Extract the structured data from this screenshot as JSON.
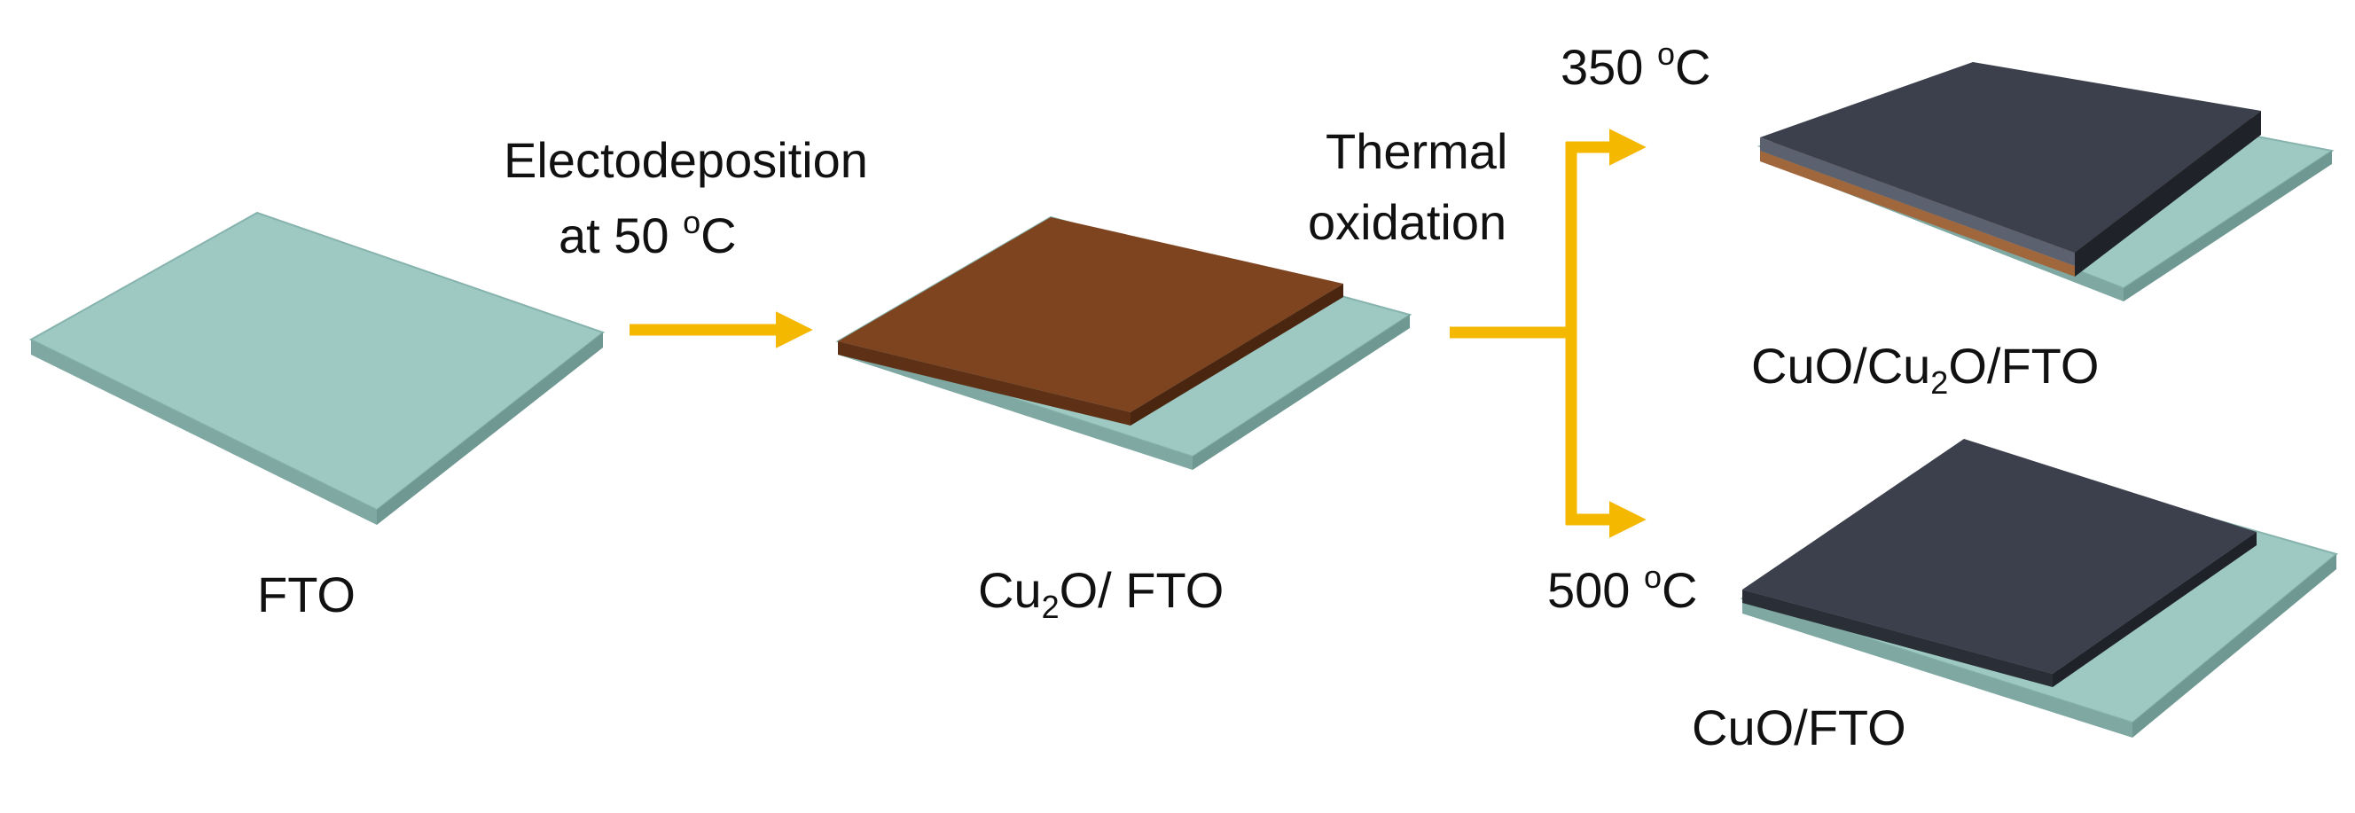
{
  "steps": {
    "fto_label": "FTO",
    "electro_line1": "Electodeposition",
    "electro_line2_prefix": "at 50 ",
    "degree_symbol": "o",
    "celsius": "C",
    "cu2o_label": {
      "prefix": "Cu",
      "subscript": "2",
      "suffix": "O/ FTO"
    },
    "thermal_line1": "Thermal",
    "thermal_line2": "oxidation",
    "temp_low": {
      "value": "350 ",
      "degree": "o",
      "unit": "C"
    },
    "temp_high": {
      "value": "500 ",
      "degree": "o",
      "unit": "C"
    },
    "product_350": {
      "prefix": "CuO/Cu",
      "subscript": "2",
      "suffix": "O/FTO"
    },
    "product_500": "CuO/FTO"
  },
  "colors": {
    "fto_top": "#9ec9c3",
    "fto_side": "#7fa8a2",
    "cu2o_top": "#7e4420",
    "cu2o_side": "#5e3015",
    "cuo_top": "#3b404c",
    "cuo_side": "#1f2229",
    "arrow": "#f5b800"
  }
}
